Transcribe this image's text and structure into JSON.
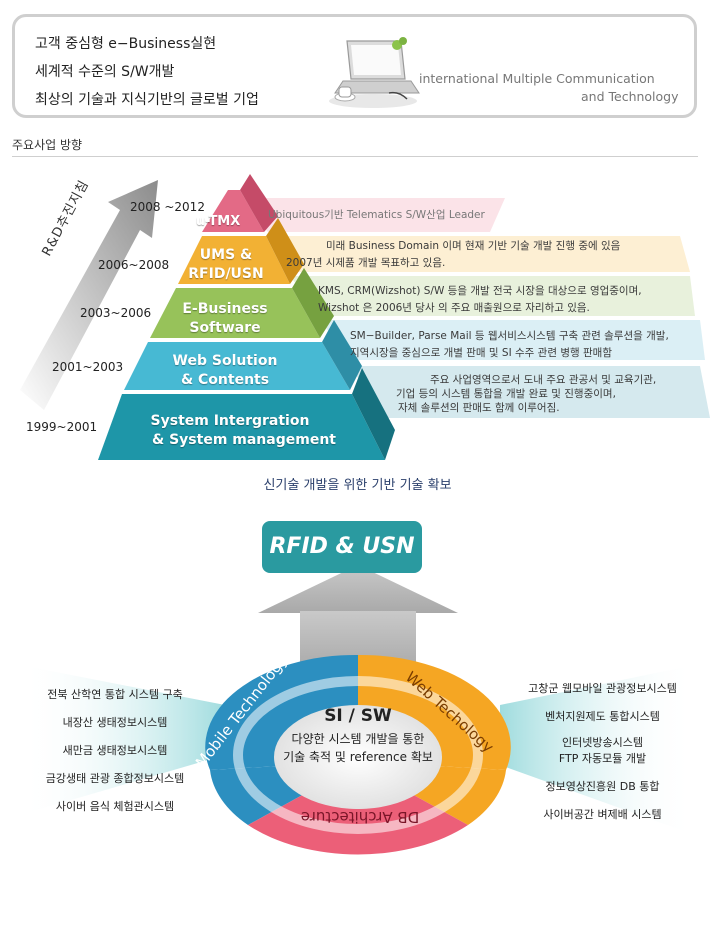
{
  "header": {
    "line1": "고객 중심형 e−Business실현",
    "line2": "세계적 수준의 S/W개발",
    "line3": "최상의 기술과 지식기반의 글로벌 기업",
    "tagline1": "international Multiple Communication",
    "tagline2": "and Technology"
  },
  "section_title": "주요사업 방향",
  "arrow_label": "R&D추진지침",
  "pyramid": [
    {
      "years": "2008 ~2012",
      "label1": "u-TMX",
      "label2": "",
      "desc1": "Ubiquitous기반 Telematics S/W산업 Leader",
      "desc2": "",
      "color": "#e36a86"
    },
    {
      "years": "2006~2008",
      "label1": "UMS &",
      "label2": "RFID/USN",
      "desc1": "미래 Business Domain 이며 현재 기반 기술 개발 진행 중에 있음",
      "desc2": "2007년 시제품 개발 목표하고 있음.",
      "color": "#f2b134"
    },
    {
      "years": "2003~2006",
      "label1": "E-Business",
      "label2": "Software",
      "desc1": "KMS, CRM(Wizshot) S/W 등을 개발 전국 시장을 대상으로 영업중이며,",
      "desc2": "Wizshot 은 2006년 당사 의 주요 매출원으로 자리하고 있음.",
      "color": "#97c25a"
    },
    {
      "years": "2001~2003",
      "label1": "Web Solution",
      "label2": "& Contents",
      "desc1": "SM−Builder, Parse Mail 등 웹서비스시스템 구축 관련 솔루션을 개발,",
      "desc2": "지역시장을 중심으로  개별 판매 및 SI 수주 관련 병행 판매함",
      "color": "#47b9d3"
    },
    {
      "years": "1999~2001",
      "label1": "System Intergration",
      "label2": "& System management",
      "desc1": "주요 사업영역으로서  도내 주요 관공서 및 교육기관,",
      "desc2": "기업 등의 시스템 통합을 개발 완료 및 진행중이며,",
      "desc3": "자체 솔루션의 판매도 함께 이루어짐.",
      "color": "#1e96a8"
    }
  ],
  "pyramid_caption": "신기술 개발을 위한 기반 기술 확보",
  "top_goal": "RFID & USN",
  "ring": {
    "mobile": "Mobile Technology",
    "web": "Web Techology",
    "db": "DB Architecture",
    "center_title": "SI / SW",
    "center_line1": "다양한 시스템 개발을 통한",
    "center_line2": "기술 축적 및 reference 확보"
  },
  "left_list": [
    "전북 산학연 통합 시스템 구축",
    "내장산 생태정보시스템",
    "새만금 생태정보시스템",
    "금강생태 관광 종합정보시스템",
    "사이버 음식 체험관시스템"
  ],
  "right_list": [
    "고창군 웹모바일 관광정보시스템",
    "벤처지원제도 통합시스템",
    "인터넷방송시스템",
    "FTP 자동모듈 개발",
    "정보영상진흥원 DB 통합",
    "사이버공간 벼제배 시스템"
  ],
  "colors": {
    "teal": "#2a9aa0",
    "orange": "#f5a623",
    "blue": "#2c8fc0",
    "pink": "#ec5f78",
    "gray_arrow": "#bdbdbd"
  }
}
